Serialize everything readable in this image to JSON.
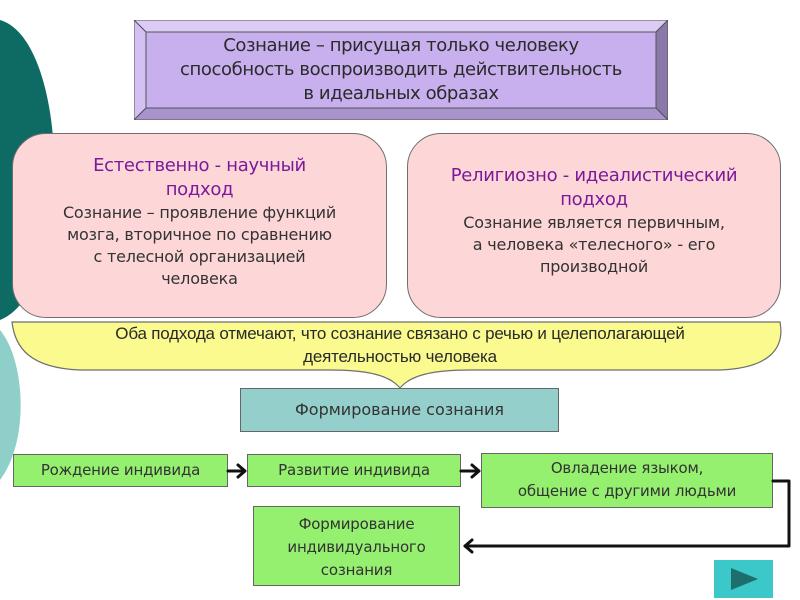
{
  "colors": {
    "title_fill": "#c8b0ee",
    "approach_fill": "#fdd6d7",
    "approach_heading": "#7a1a9a",
    "brace_fill": "#fafa8e",
    "formation_fill": "#95cfcc",
    "step_fill": "#95f070",
    "nav_button": "#3cc8c8",
    "deco_dark": "#0e6b63",
    "deco_light": "#8ecfc9"
  },
  "title": {
    "lines": [
      "Сознание – присущая только человеку",
      "способность воспроизводить действительность",
      "в идеальных образах"
    ]
  },
  "approaches": [
    {
      "heading_lines": [
        "Естественно - научный",
        "подход"
      ],
      "body_lines": [
        "Сознание – проявление функций",
        "мозга, вторичное по сравнению",
        "с телесной организацией",
        "человека"
      ]
    },
    {
      "heading_lines": [
        "Религиозно - идеалистический",
        "подход"
      ],
      "body_lines": [
        "Сознание является первичным,",
        "а человека «телесного» - его",
        "производной"
      ]
    }
  ],
  "common": {
    "lines": [
      "Оба подхода отмечают, что сознание связано с речью и целеполагающей",
      "деятельностью человека"
    ]
  },
  "formation": {
    "label": "Формирование сознания"
  },
  "steps": {
    "birth": "Рождение индивида",
    "development": "Развитие индивида",
    "language_lines": [
      "Овладение языком,",
      "общение с другими людьми"
    ],
    "individual_lines": [
      "Формирование",
      "индивидуального",
      "сознания"
    ]
  },
  "navigation": {
    "next_icon": "play-next-icon"
  }
}
